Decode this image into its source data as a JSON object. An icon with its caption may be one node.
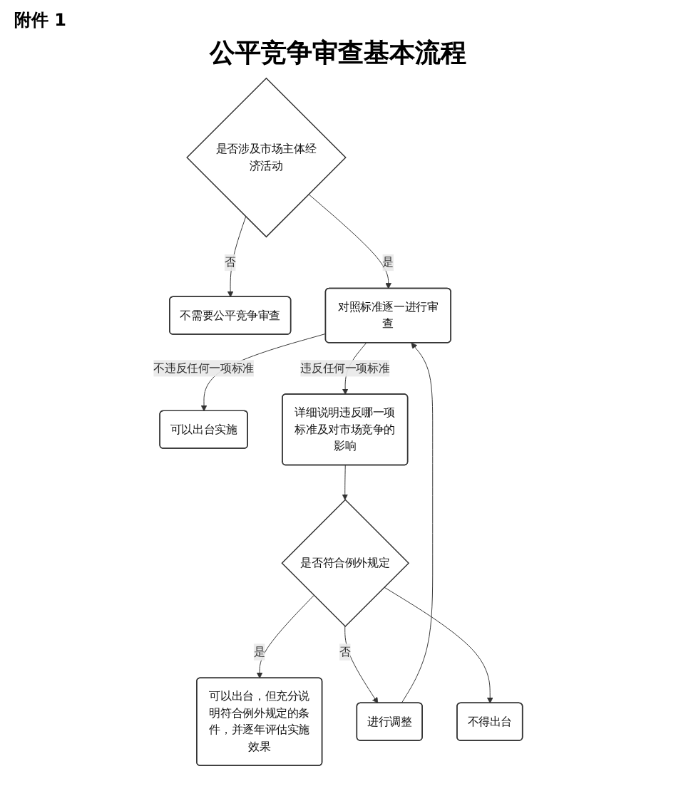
{
  "diagram": {
    "title": "公平竞争审查基本流程",
    "nodes": [
      {
        "text": [
          "是否涉及市场主体经济活动"
        ]
      },
      {
        "text": [
          "不需要公平竞争审查"
        ]
      },
      {
        "text": [
          "对照标准逐一进行审查"
        ]
      },
      {
        "text": [
          "可以出台实施"
        ]
      },
      {
        "text": [
          "详细说明违反哪一项标准及对市场竞争的影响"
        ]
      },
      {
        "text": [
          "是否符合例外规定"
        ]
      },
      {
        "text": [
          "可以出台，但充分说明符合例外规定的条件，并逐年评估实施效果"
        ]
      },
      {
        "text": [
          "进行调整"
        ]
      },
      {
        "text": [
          "不得出台"
        ]
      }
    ],
    "edges": [
      {
        "from": 0,
        "to": 1,
        "arrow": "to",
        "label": "否"
      },
      {
        "from": 0,
        "to": 2,
        "arrow": "to",
        "label": "是"
      },
      {
        "from": 2,
        "to": 3,
        "arrow": "to",
        "label": "不违反任何一项标准"
      },
      {
        "from": 2,
        "to": 4,
        "arrow": "to",
        "label": "违反任何一项标准"
      },
      {
        "from": 4,
        "to": 5,
        "arrow": "to"
      },
      {
        "from": 5,
        "to": 6,
        "arrow": "to",
        "label": "是"
      },
      {
        "from": 5,
        "to": 7,
        "arrow": "to",
        "label": "否"
      },
      {
        "from": 5,
        "to": 8,
        "arrow": "to"
      },
      {
        "from": 7,
        "to": 2,
        "arrow": "to"
      }
    ],
    "labels": [
      "附件 1"
    ]
  }
}
